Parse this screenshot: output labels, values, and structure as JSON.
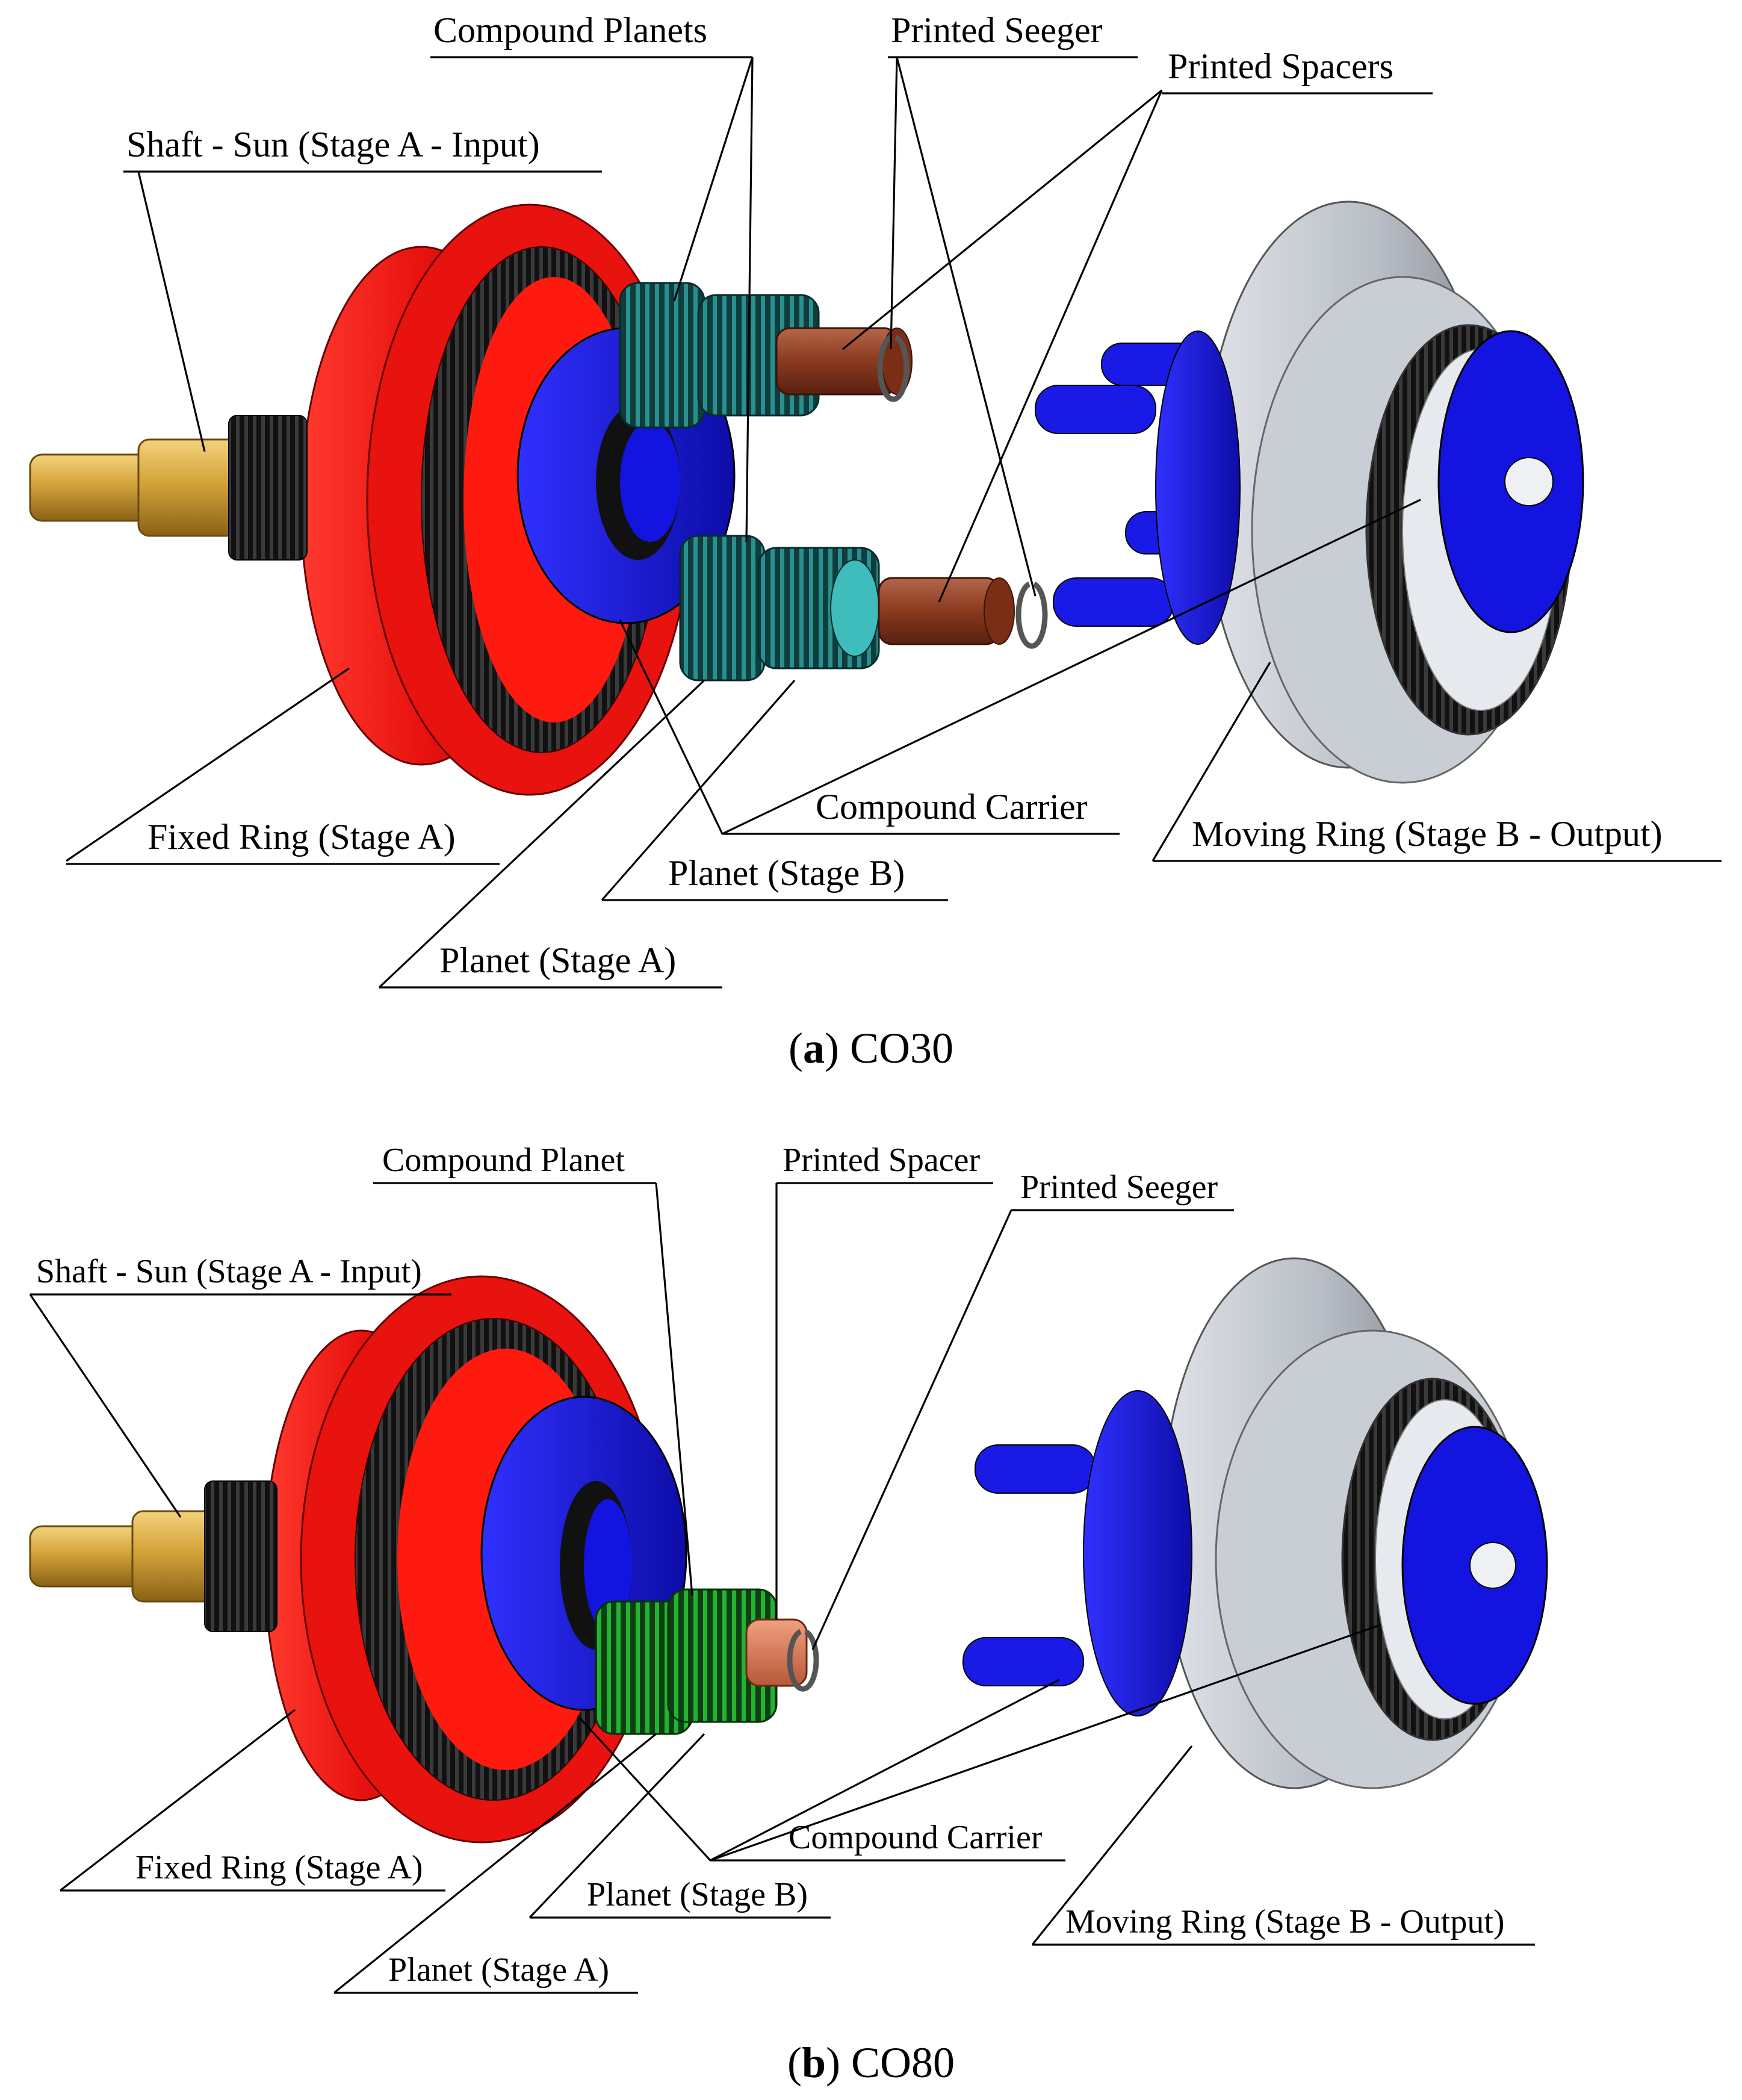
{
  "figure": {
    "panel_a": {
      "caption_letter": "a",
      "caption_text": "CO30",
      "labels": {
        "shaft_sun": "Shaft - Sun (Stage A - Input)",
        "compound_planets": "Compound Planets",
        "printed_seeger": "Printed Seeger",
        "printed_spacers": "Printed Spacers",
        "fixed_ring": "Fixed Ring (Stage A)",
        "compound_carrier": "Compound Carrier",
        "moving_ring": "Moving Ring (Stage B - Output)",
        "planet_stage_b": "Planet (Stage B)",
        "planet_stage_a": "Planet (Stage A)"
      }
    },
    "panel_b": {
      "caption_letter": "b",
      "caption_text": "CO80",
      "labels": {
        "compound_planet": "Compound Planet",
        "printed_spacer": "Printed Spacer",
        "printed_seeger": "Printed Seeger",
        "shaft_sun": "Shaft - Sun (Stage A - Input)",
        "fixed_ring": "Fixed Ring (Stage A)",
        "compound_carrier": "Compound Carrier",
        "planet_stage_b": "Planet (Stage B)",
        "moving_ring": "Moving Ring (Stage B - Output)",
        "planet_stage_a": "Planet (Stage A)"
      }
    },
    "colors": {
      "shaft": "#d4a33a",
      "fixed_ring": "#e8120f",
      "carrier": "#1414e0",
      "planet_a": "#1f7f7f",
      "planet_b_co80": "#1e9e2a",
      "spacer": "#8a3a1f",
      "moving_ring": "#b9bec6",
      "gear_teeth": "#111111"
    }
  }
}
